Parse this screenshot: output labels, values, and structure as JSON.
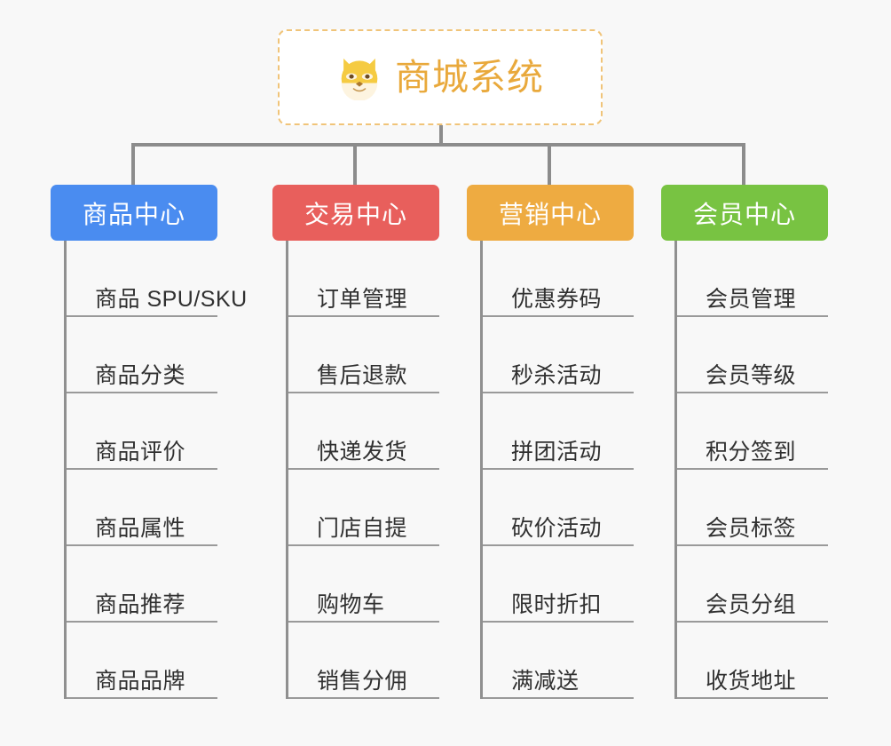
{
  "root": {
    "icon": "shiba-dog-face-icon",
    "title": "商城系统",
    "title_color": "#e9a93c",
    "border_color": "#f0c479"
  },
  "page": {
    "background_color": "#f8f8f8",
    "connector_color": "#8c8c8c"
  },
  "columns": [
    {
      "header": "商品中心",
      "color": "#4a8cf0",
      "items": [
        "商品 SPU/SKU",
        "商品分类",
        "商品评价",
        "商品属性",
        "商品推荐",
        "商品品牌"
      ]
    },
    {
      "header": "交易中心",
      "color": "#e85f5c",
      "items": [
        "订单管理",
        "售后退款",
        "快递发货",
        "门店自提",
        "购物车",
        "销售分佣"
      ]
    },
    {
      "header": "营销中心",
      "color": "#eeab41",
      "items": [
        "优惠券码",
        "秒杀活动",
        "拼团活动",
        "砍价活动",
        "限时折扣",
        "满减送"
      ]
    },
    {
      "header": "会员中心",
      "color": "#78c342",
      "items": [
        "会员管理",
        "会员等级",
        "积分签到",
        "会员标签",
        "会员分组",
        "收货地址"
      ]
    }
  ]
}
